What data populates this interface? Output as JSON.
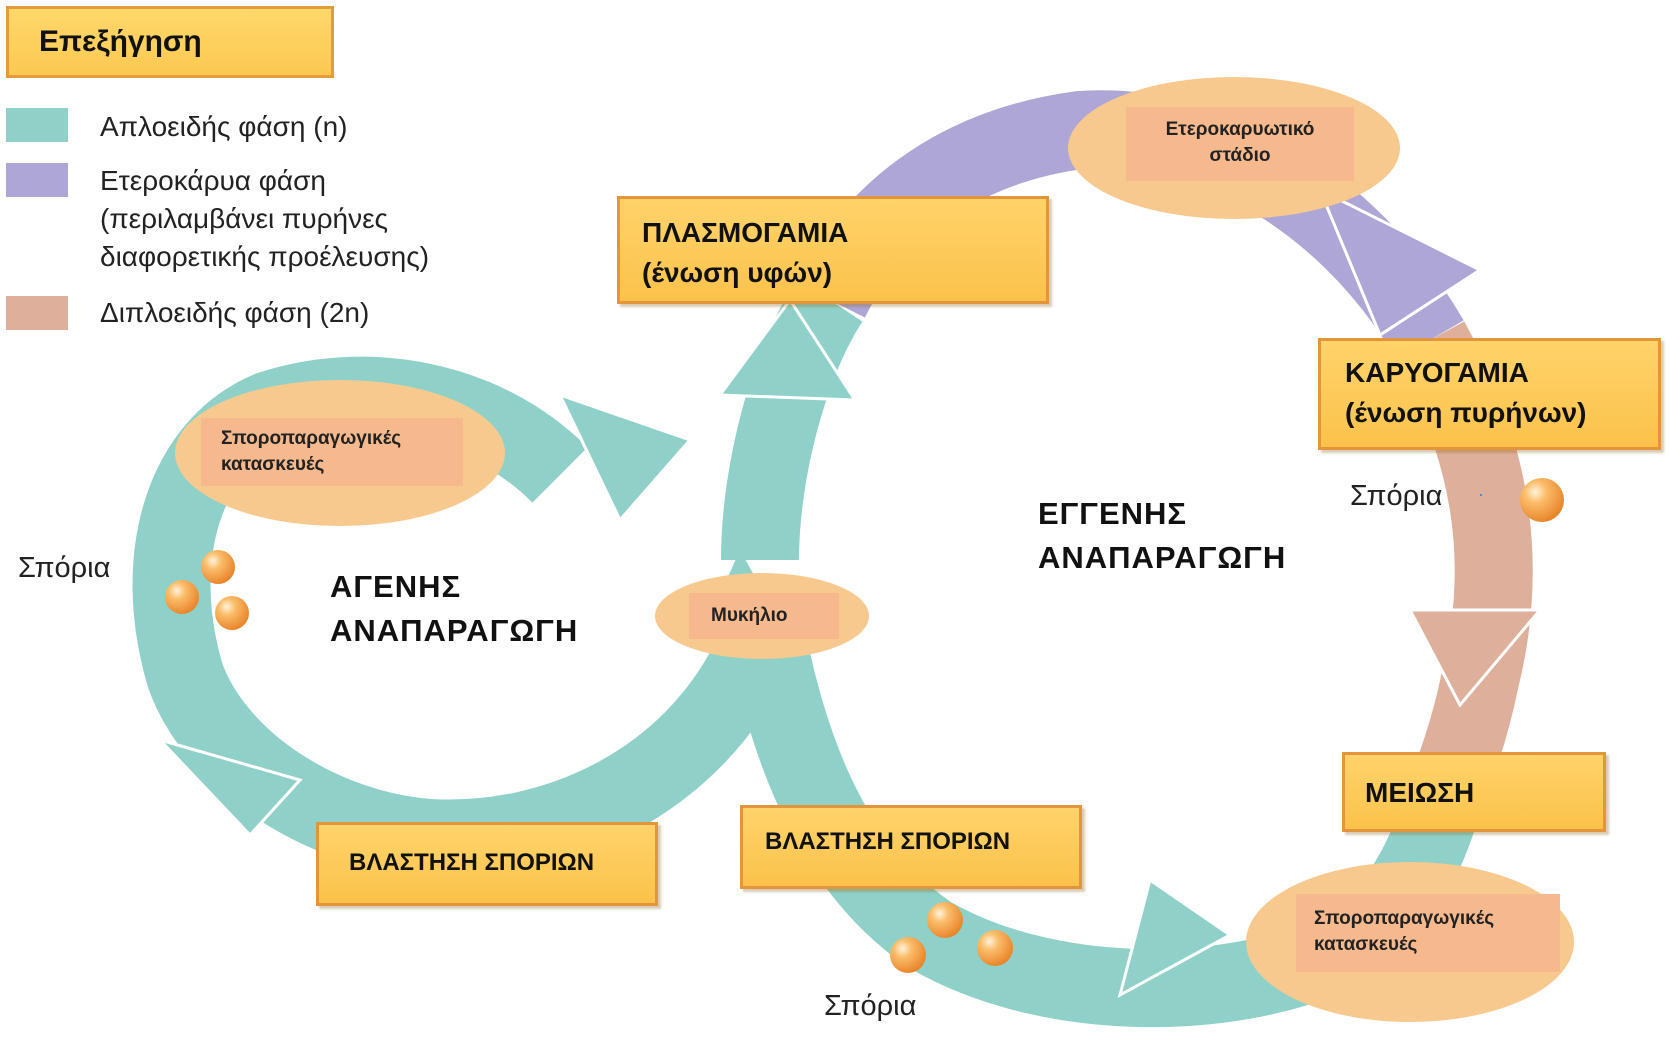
{
  "colors": {
    "haploid": "#8fd1c9",
    "dikaryotic": "#ada6d6",
    "diploid": "#deb09c",
    "box_fill": "#fbc951",
    "box_border": "#e39b3c",
    "oval_fill": "#f7c98e",
    "spore": "#f7a64b"
  },
  "legend": {
    "title": "Επεξήγηση",
    "items": [
      {
        "color": "#8fd1c9",
        "lines": [
          "Απλοειδής φάση (n)"
        ]
      },
      {
        "color": "#ada6d6",
        "lines": [
          "Ετεροκάρυα φάση",
          "(περιλαμβάνει πυρήνες",
          "διαφορετικής προέλευσης)"
        ]
      },
      {
        "color": "#deb09c",
        "lines": [
          "Διπλοειδής φάση (2n)"
        ]
      }
    ]
  },
  "stages": {
    "plasmogamy": [
      "ΠΛΑΣΜΟΓΑΜΙΑ",
      "(ένωση υφών)"
    ],
    "karyogamy": [
      "ΚΑΡΥΟΓΑΜΙΑ",
      "(ένωση  πυρήνων)"
    ],
    "meiosis": "ΜΕΙΩΣΗ",
    "germination_left": "ΒΛΑΣΤΗΣΗ ΣΠΟΡΙΩΝ",
    "germination_right": "ΒΛΑΣΤΗΣΗ ΣΠΟΡΙΩΝ"
  },
  "ovals": {
    "heterokaryotic": [
      "Ετεροκαρυωτικό",
      "στάδιο"
    ],
    "sporangia_left": [
      "Σποροπαραγωγικές",
      "κατασκευές"
    ],
    "mycelium": "Μυκήλιο",
    "sporangia_right": [
      "Σποροπαραγωγικές",
      "κατασκευές"
    ]
  },
  "spores": {
    "label_left": "Σπόρια",
    "label_right": "Σπόρια",
    "label_bottom": "Σπόρια",
    "marker_right": "·"
  },
  "cycles": {
    "asexual": [
      "ΑΓΕΝΗΣ",
      "ΑΝΑΠΑΡΑΓΩΓΗ"
    ],
    "sexual": [
      "ΕΓΓΕΝΗΣ",
      "ΑΝΑΠΑΡΑΓΩΓΗ"
    ]
  }
}
